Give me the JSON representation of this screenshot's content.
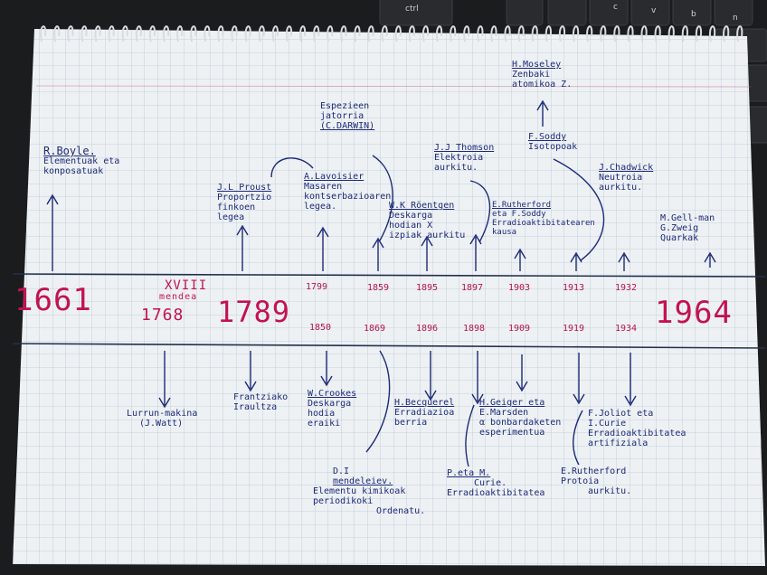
{
  "era_top": {
    "boyle": {
      "name": "R.Boyle.",
      "lines": [
        "Elementuak eta",
        "konposatuak"
      ]
    },
    "proust": {
      "name": "J.L Proust",
      "lines": [
        "Proportzio",
        "finkoen",
        "legea"
      ]
    },
    "lavoisier": {
      "name": "A.Lavoisier",
      "lines": [
        "Masaren",
        "kontserbazioaren",
        "legea."
      ]
    },
    "darwin": {
      "lines": [
        "Espezieen",
        "jatorria",
        "(C.DARWIN)"
      ]
    },
    "roentgen": {
      "name": "W.K Röentgen",
      "lines": [
        "Deskarga",
        "hodian X",
        "izpiak aurkitu"
      ]
    },
    "thomson": {
      "name": "J.J Thomson",
      "lines": [
        "Elektroia",
        "aurkitu."
      ]
    },
    "rutherford_soddy": {
      "name": "E.Rutherford",
      "lines": [
        "eta F.Soddy",
        "Erradioaktibitatearen",
        "kausa"
      ]
    },
    "moseley": {
      "name": "H.Moseley",
      "lines": [
        "Zenbaki",
        "atomikoa Z."
      ]
    },
    "soddy": {
      "name": "F.Soddy",
      "lines": [
        "Isotopoak"
      ]
    },
    "chadwick": {
      "name": "J.Chadwick",
      "lines": [
        "Neutroia",
        "aurkitu."
      ]
    },
    "gellman": {
      "lines": [
        "M.Gell-man",
        "G.Zweig",
        "Quarkak"
      ]
    }
  },
  "top_years": [
    "1799",
    "1859",
    "1895",
    "1897",
    "1903",
    "1913",
    "1932"
  ],
  "bottom_years": [
    "1850",
    "1869",
    "1896",
    "1898",
    "1909",
    "1919",
    "1934"
  ],
  "big_years": {
    "y1661": "1661",
    "xviii": "XVIII",
    "mendea": "mendea",
    "y1768": "1768",
    "y1789": "1789",
    "y1964": "1964"
  },
  "era_bottom": {
    "watt": {
      "lines": [
        "Lurrun-makina",
        "(J.Watt)"
      ]
    },
    "frantzia": {
      "lines": [
        "Frantziako",
        "Iraultza"
      ]
    },
    "crookes": {
      "name": "W.Crookes",
      "lines": [
        "Deskarga",
        "hodia",
        "eraiki"
      ]
    },
    "becquerel": {
      "name": "H.Becquerel",
      "lines": [
        "Erradiazioa",
        "berria"
      ]
    },
    "geiger": {
      "name": "H.Geiger eta",
      "lines": [
        "E.Marsden",
        "α bonbardaketen",
        "esperimentua"
      ]
    },
    "joliot": {
      "lines": [
        "F.Joliot eta",
        "I.Curie",
        "Erradioaktibitatea",
        "artifiziala"
      ]
    },
    "mendeleev": {
      "name": "D.I",
      "lines": [
        "mendeleiev.",
        "Elementu kimikoak",
        "periodikoki",
        "Ordenatu."
      ]
    },
    "curie": {
      "name": "P.eta M.",
      "lines": [
        "Curie.",
        "Erradioaktibitatea"
      ]
    },
    "rutherford_p": {
      "lines": [
        "E.Rutherford",
        "Protoia",
        "aurkitu."
      ]
    }
  },
  "laptop_keys": [
    "ctrl",
    "c",
    "v",
    "b",
    "n"
  ],
  "colors": {
    "ink": "#1c2a78",
    "year_ink": "#b3124e",
    "big_ink": "#c21253",
    "paper": "#eef1f3",
    "grid": "#b8c6d6"
  }
}
